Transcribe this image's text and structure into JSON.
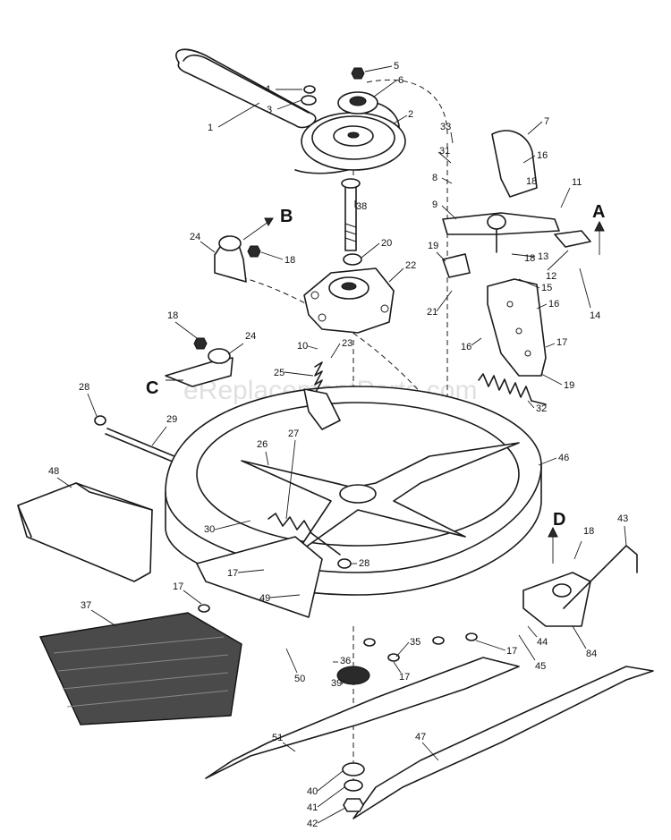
{
  "watermark": "eReplacementParts.com",
  "section_letters": [
    "A",
    "B",
    "C",
    "D"
  ],
  "callouts": [
    "1",
    "2",
    "3",
    "4",
    "5",
    "6",
    "7",
    "8",
    "9",
    "10",
    "11",
    "12",
    "13",
    "14",
    "15",
    "16",
    "16",
    "16",
    "17",
    "17",
    "17",
    "17",
    "17",
    "18",
    "18",
    "18",
    "18",
    "18",
    "19",
    "19",
    "20",
    "21",
    "22",
    "23",
    "24",
    "24",
    "25",
    "26",
    "27",
    "28",
    "28",
    "29",
    "30",
    "31",
    "32",
    "33",
    "35",
    "36",
    "37",
    "38",
    "39",
    "40",
    "41",
    "42",
    "43",
    "44",
    "45",
    "46",
    "47",
    "48",
    "49",
    "50",
    "51",
    "84"
  ]
}
